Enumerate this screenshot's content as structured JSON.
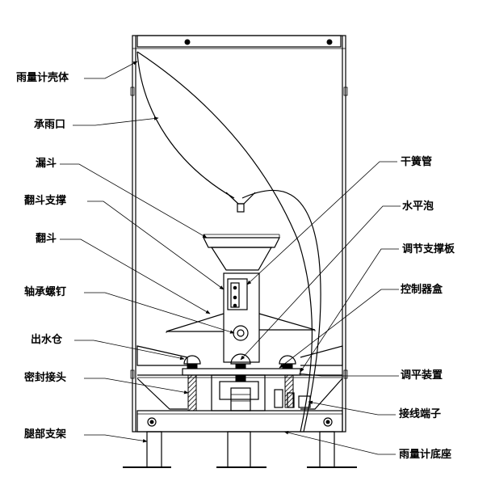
{
  "labels": {
    "rain_gauge_shell": "雨量计壳体",
    "rain_door": "承雨口",
    "funnel": "漏斗",
    "tipping_bucket_support": "翻斗支撑",
    "tipping_bucket": "翻斗",
    "bearing_screw": "轴承螺钉",
    "water_outlet": "出水仓",
    "seal_joint": "密封接头",
    "leg_bracket": "腿部支架",
    "reed_switch": "干簧管",
    "level_bubble": "水平泡",
    "adjust_support_plate": "调节支撑板",
    "control_box": "控制器盒",
    "leveling_device": "调平装置",
    "terminal_block": "接线端子",
    "gauge_base": "雨量计底座"
  }
}
